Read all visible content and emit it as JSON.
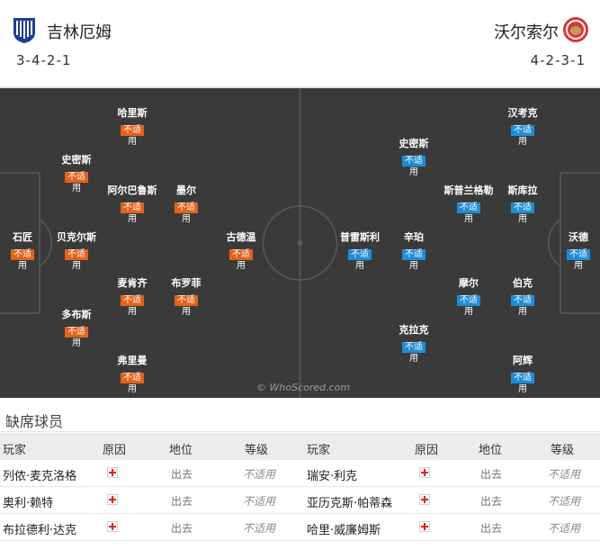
{
  "home": {
    "name": "吉林厄姆",
    "formation": "3-4-2-1",
    "logo_icon": "gillingham-crest-icon",
    "players": [
      {
        "name": "石匠",
        "badge": "不适",
        "sub": "用"
      },
      {
        "name": "史密斯",
        "badge": "不适",
        "sub": "用"
      },
      {
        "name": "贝克尔斯",
        "badge": "不适",
        "sub": "用"
      },
      {
        "name": "多布斯",
        "badge": "不适",
        "sub": "用"
      },
      {
        "name": "哈里斯",
        "badge": "不适",
        "sub": "用"
      },
      {
        "name": "阿尔巴鲁斯",
        "badge": "不适",
        "sub": "用"
      },
      {
        "name": "麦肯齐",
        "badge": "不适",
        "sub": "用"
      },
      {
        "name": "弗里曼",
        "badge": "不适",
        "sub": "用"
      },
      {
        "name": "墨尔",
        "badge": "不适",
        "sub": "用"
      },
      {
        "name": "布罗菲",
        "badge": "不适",
        "sub": "用"
      },
      {
        "name": "古德温",
        "badge": "不适",
        "sub": "用"
      }
    ]
  },
  "away": {
    "name": "沃尔索尔",
    "formation": "4-2-3-1",
    "logo_icon": "walsall-crest-icon",
    "players": [
      {
        "name": "沃德",
        "badge": "不适",
        "sub": "用"
      },
      {
        "name": "汉考克",
        "badge": "不适",
        "sub": "用"
      },
      {
        "name": "斯库拉",
        "badge": "不适",
        "sub": "用"
      },
      {
        "name": "伯克",
        "badge": "不适",
        "sub": "用"
      },
      {
        "name": "阿辉",
        "badge": "不适",
        "sub": "用"
      },
      {
        "name": "斯普兰格勒",
        "badge": "不适",
        "sub": "用"
      },
      {
        "name": "摩尔",
        "badge": "不适",
        "sub": "用"
      },
      {
        "name": "史密斯",
        "badge": "不适",
        "sub": "用"
      },
      {
        "name": "辛珀",
        "badge": "不适",
        "sub": "用"
      },
      {
        "name": "克拉克",
        "badge": "不适",
        "sub": "用"
      },
      {
        "name": "普雷斯利",
        "badge": "不适",
        "sub": "用"
      }
    ]
  },
  "watermark": "© WhoScored.com",
  "missing": {
    "title": "缺席球员",
    "headers": {
      "player": "玩家",
      "reason": "原因",
      "status": "地位",
      "rating": "等级"
    },
    "reason_icon": "injury-cross-icon",
    "home_rows": [
      {
        "player": "列侬·麦克洛格",
        "status": "出去",
        "rating": "不适用"
      },
      {
        "player": "奥利·赖特",
        "status": "出去",
        "rating": "不适用"
      },
      {
        "player": "布拉德利·达克",
        "status": "出去",
        "rating": "不适用"
      }
    ],
    "away_rows": [
      {
        "player": "瑞安·利克",
        "status": "出去",
        "rating": "不适用"
      },
      {
        "player": "亚历克斯·帕蒂森",
        "status": "出去",
        "rating": "不适用"
      },
      {
        "player": "哈里·威廉姆斯",
        "status": "出去",
        "rating": "不适用"
      }
    ]
  },
  "colors": {
    "pitch": "#3a3a3a",
    "home_badge": "#e2621b",
    "away_badge": "#1f8dd6",
    "injury_cross": "#e02020"
  }
}
